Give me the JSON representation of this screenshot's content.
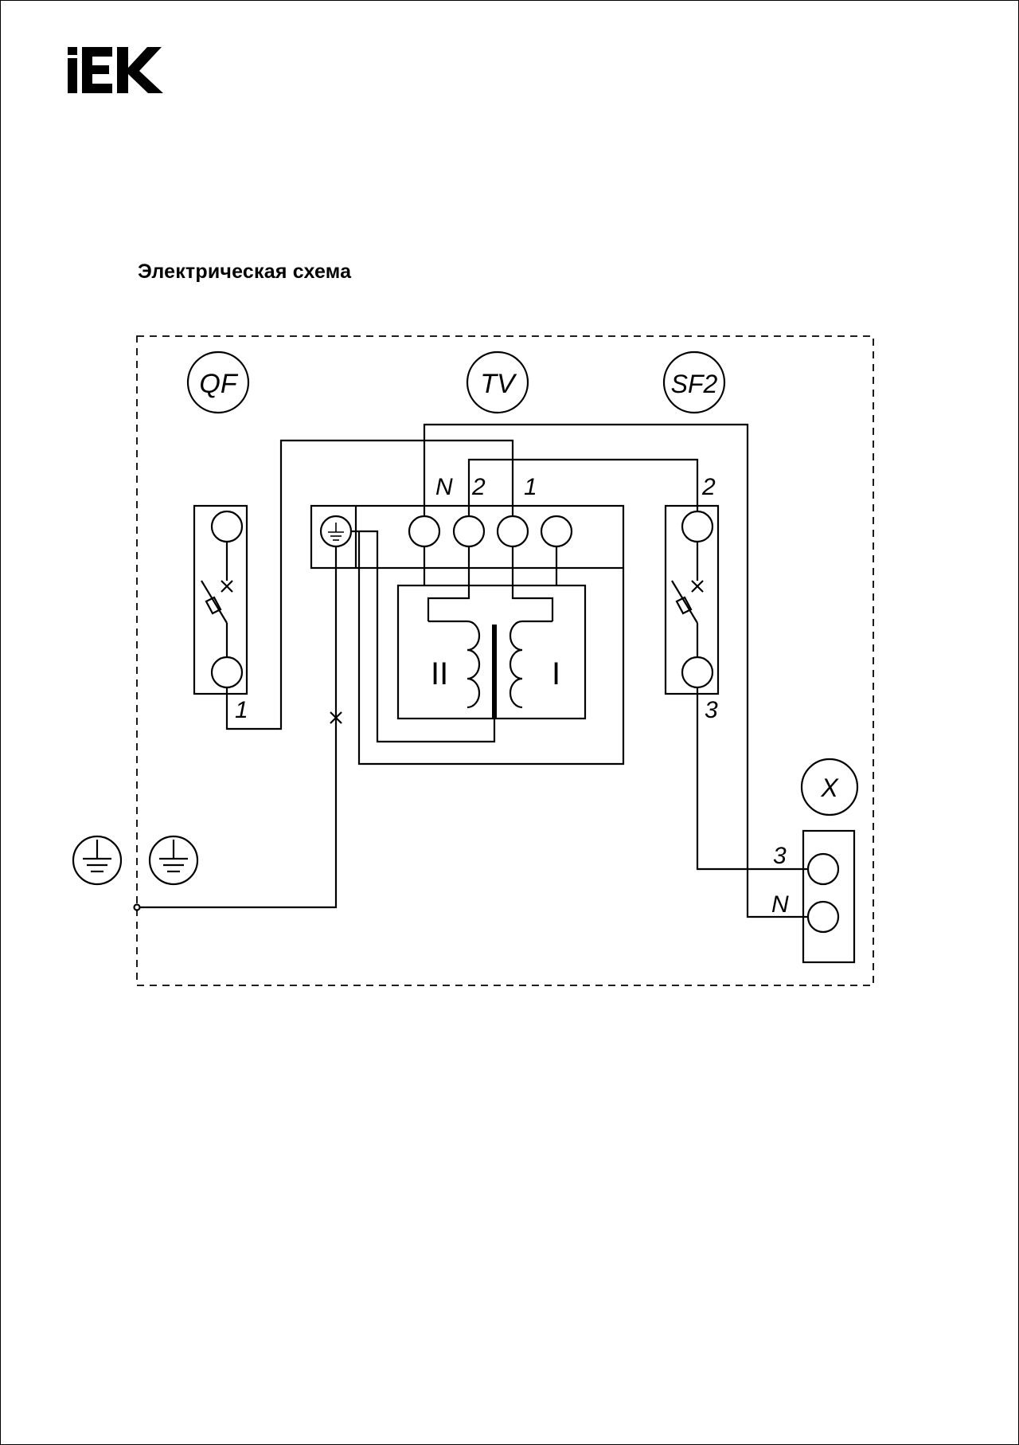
{
  "brand": {
    "logo_text": "IEK"
  },
  "title": "Электрическая схема",
  "designators": {
    "qf": "QF",
    "tv": "TV",
    "sf2": "SF2",
    "x": "X"
  },
  "terminals": {
    "tv_n": "N",
    "tv_2": "2",
    "tv_1": "1",
    "sf2_top": "2",
    "sf2_bottom": "3",
    "qf_bottom": "1",
    "x_3": "3",
    "x_n": "N"
  },
  "windings": {
    "secondary": "II",
    "primary": "I"
  },
  "colors": {
    "ink": "#000000",
    "background": "#ffffff"
  },
  "icons": [
    "ground-icon",
    "ground-icon"
  ]
}
